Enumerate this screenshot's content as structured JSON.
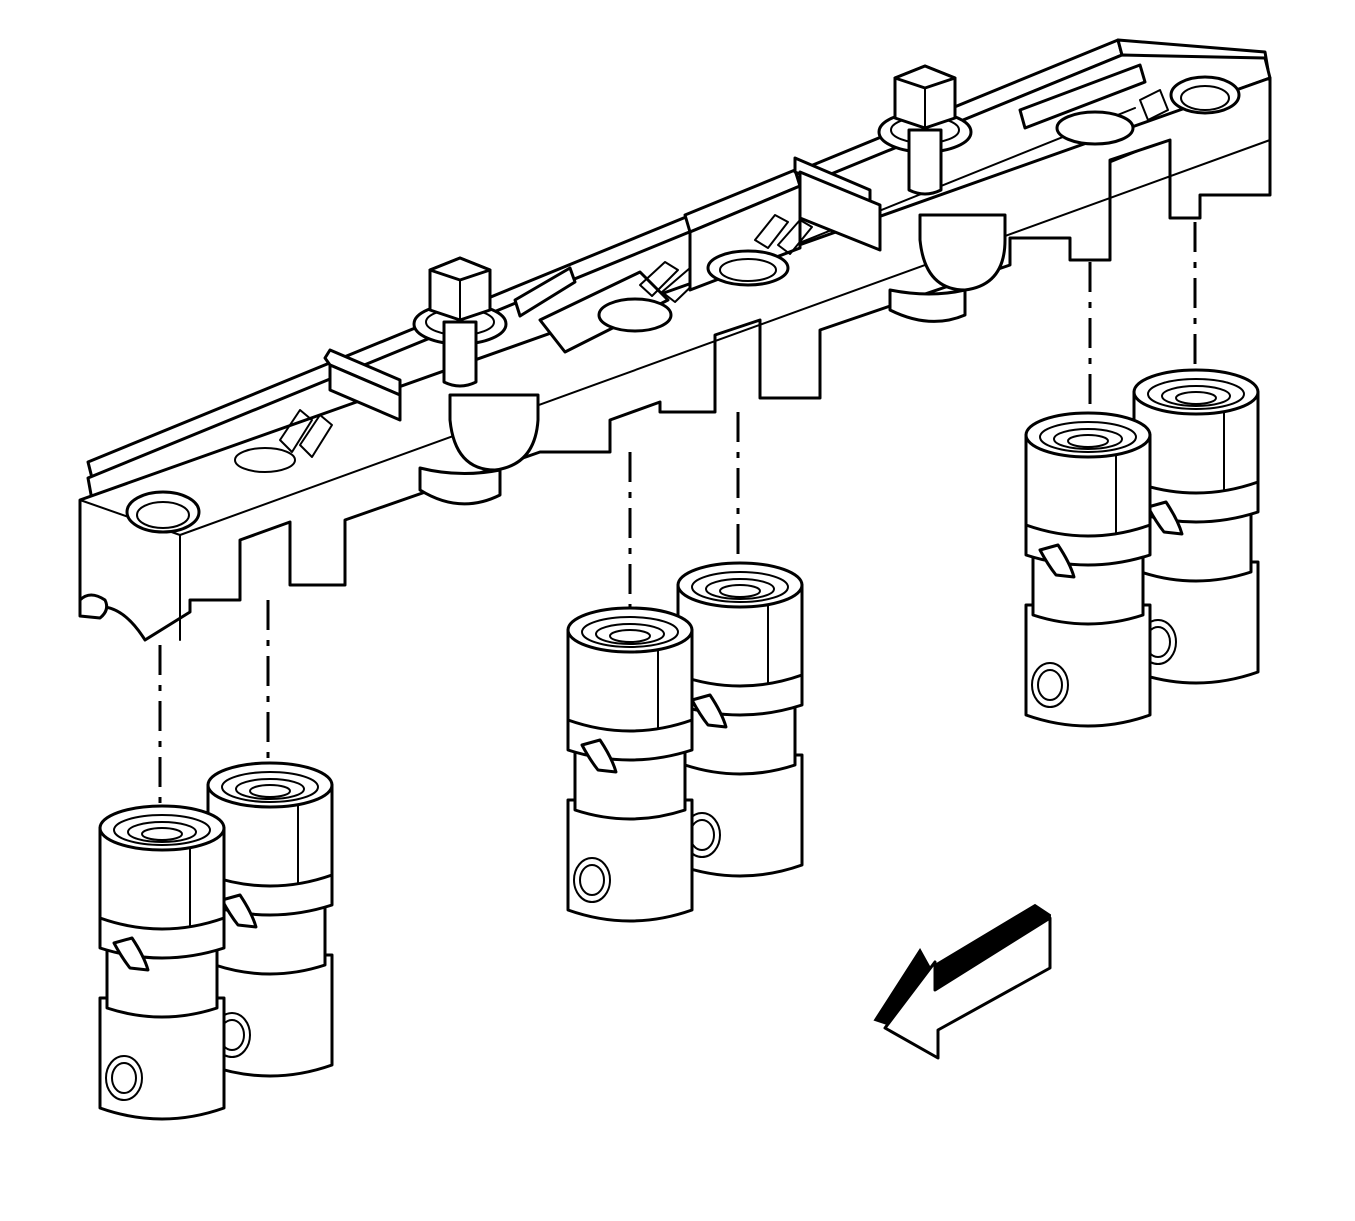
{
  "colors": {
    "line": "#000000",
    "background": "#ffffff"
  },
  "lifter_pairs": [
    {
      "name": "left-pair",
      "count": 2
    },
    {
      "name": "center-pair",
      "count": 2
    },
    {
      "name": "right-pair",
      "count": 2
    }
  ],
  "bolts": 2,
  "direction_arrow": {
    "points": "front-left",
    "icon": "block-arrow-icon"
  }
}
